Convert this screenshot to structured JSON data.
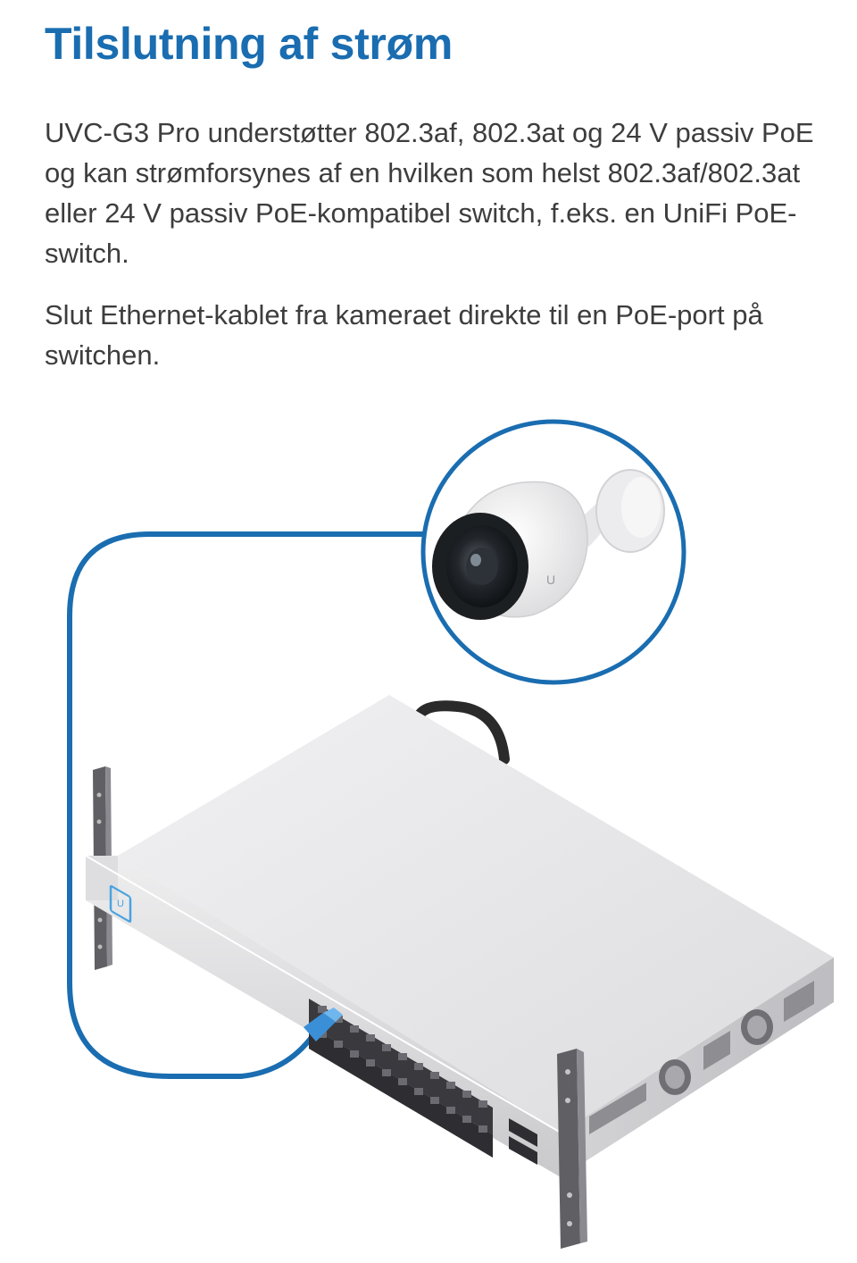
{
  "page": {
    "title": "Tilslutning af strøm",
    "paragraphs": [
      "UVC-G3 Pro understøtter 802.3af, 802.3at og 24 V passiv PoE og kan strømforsynes af en hvilken som helst 802.3af/802.3at eller 24 V passiv PoE-kompatibel switch, f.eks. en UniFi PoE-switch.",
      "Slut Ethernet-kablet fra kameraet direkte til en PoE-port på switchen."
    ]
  },
  "illustration": {
    "camera_logo": "U",
    "switch_logo": "U",
    "colors": {
      "title": "#1a6db0",
      "cable": "#1a6db0",
      "switch_body": "#e6e6e8",
      "rack_rail": "#707075",
      "power_cable": "#2a2a2a"
    }
  }
}
